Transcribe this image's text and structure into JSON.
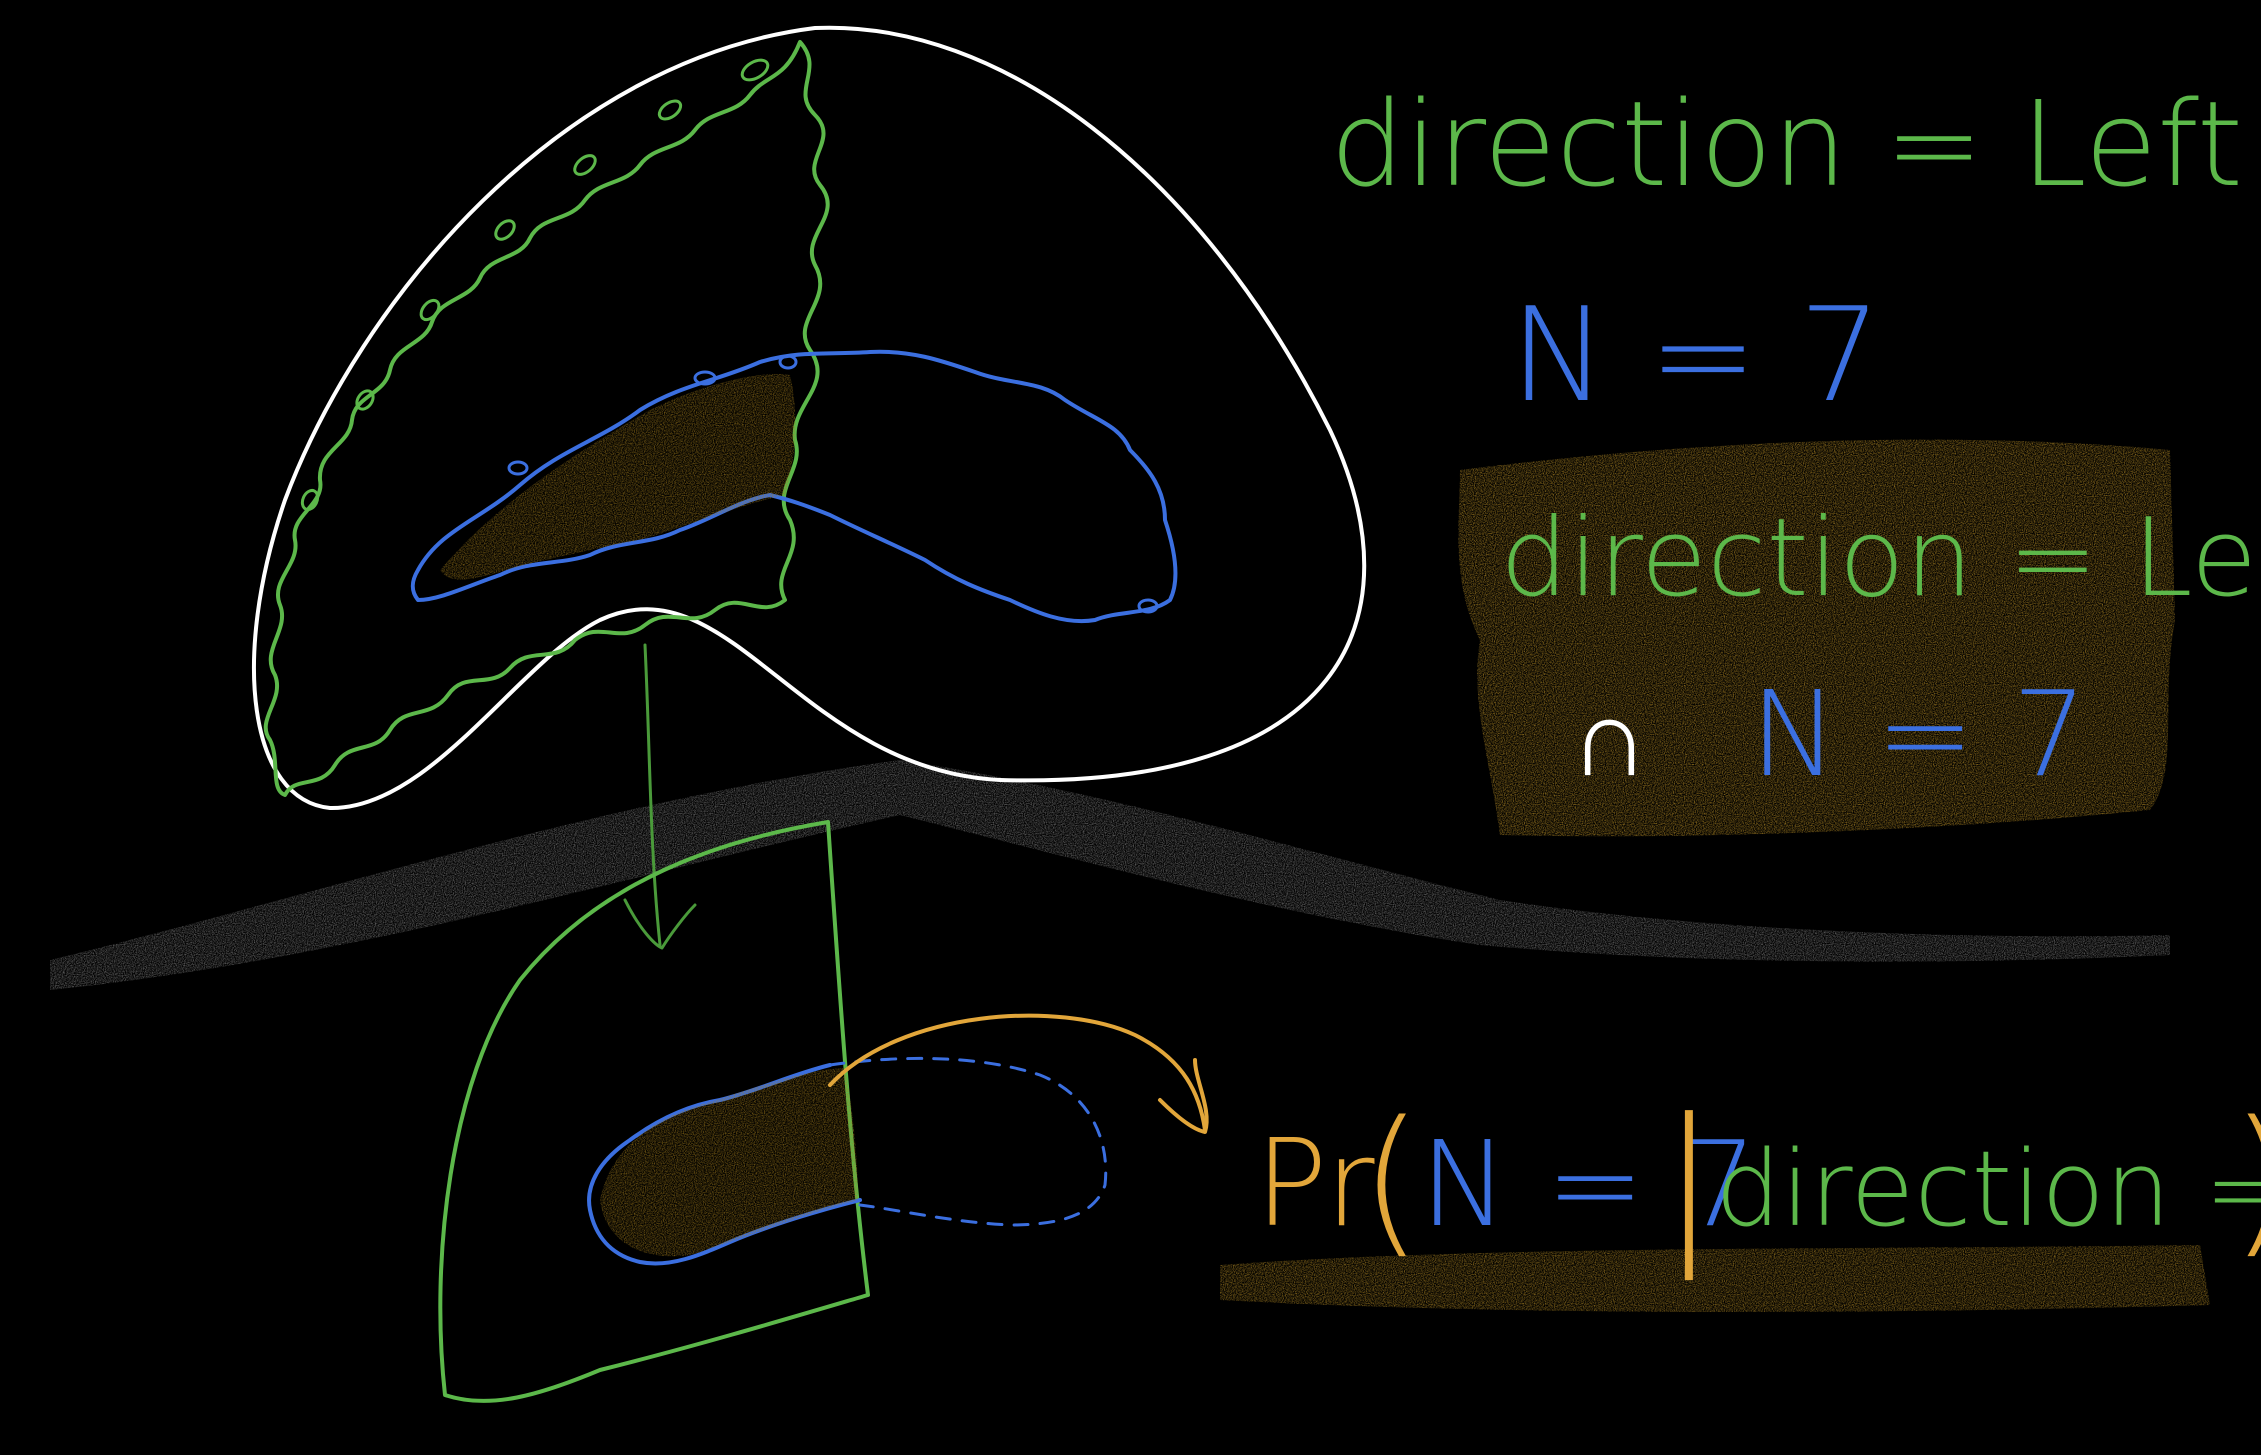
{
  "colors": {
    "background": "#000000",
    "outline_white": "#ffffff",
    "green": "#5cb84a",
    "blue": "#3b6fe0",
    "gold": "#e2a63a",
    "gold_shade": "#8a6a16",
    "gray_smudge": "#7a7a7a"
  },
  "labels": {
    "event_left": "direction = Left",
    "event_n7": "N = 7",
    "intersection_left": "direction = Left",
    "intersection_wedge": "∩",
    "intersection_n7": "N = 7",
    "conditional_pr": "Pr",
    "conditional_open": "(",
    "conditional_n7": "N = 7",
    "conditional_bar": "|",
    "conditional_left": "direction = Left",
    "conditional_close": ")"
  }
}
